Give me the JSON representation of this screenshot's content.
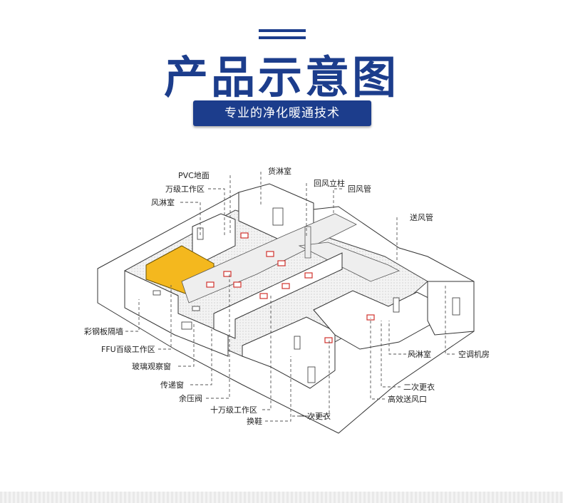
{
  "header": {
    "title": "产品示意图",
    "subtitle": "专业的净化暖通技术"
  },
  "labels": {
    "pvc_floor": "PVC地面",
    "class_10k": "万级工作区",
    "air_shower_left": "风淋室",
    "cargo_shower": "货淋室",
    "return_column": "回风立柱",
    "return_duct": "回风管",
    "supply_duct": "送风管",
    "color_steel": "彩钢板隔墙",
    "ffu_area": "FFU百级工作区",
    "glass_window": "玻璃观察窗",
    "pass_box": "传递窗",
    "damper": "余压阀",
    "class_100k": "十万级工作区",
    "shoe_change": "换鞋",
    "first_change": "一次更衣",
    "air_shower_right": "风淋室",
    "ac_room": "空调机房",
    "second_change": "二次更衣",
    "hepa_outlet": "高效送风口"
  },
  "colors": {
    "brand": "#1c3d8c",
    "ffu_zone": "#f4b81e",
    "hepa_marker": "#d0322d"
  }
}
